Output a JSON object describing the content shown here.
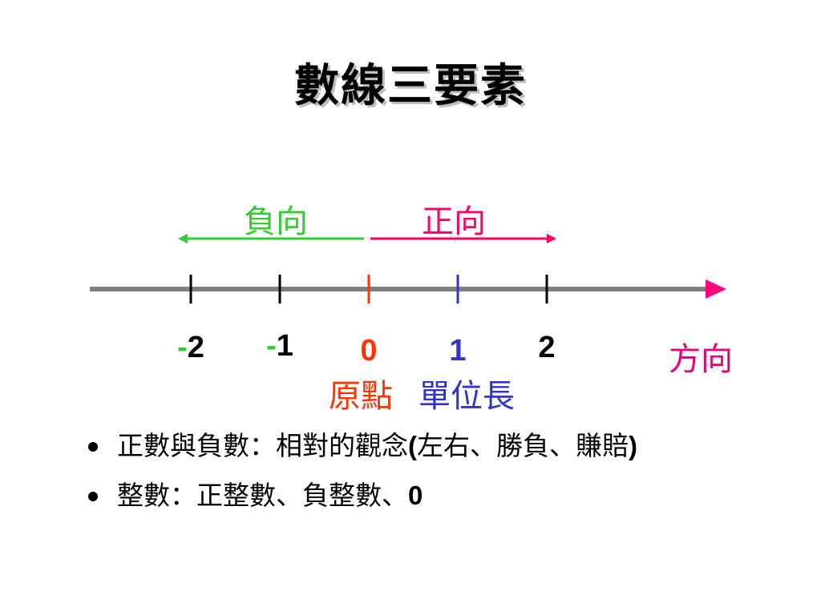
{
  "title": "數線三要素",
  "diagram": {
    "negative_direction_label": "負向",
    "positive_direction_label": "正向",
    "direction_label": "方向",
    "origin_label": "原點",
    "unit_length_label": "單位長",
    "minus_sign": "-",
    "ticks": [
      {
        "value": -2,
        "text": "2",
        "sign": "-",
        "tick_color": "#000000",
        "label_color": "#000000"
      },
      {
        "value": -1,
        "text": "1",
        "sign": "-",
        "tick_color": "#000000",
        "label_color": "#000000"
      },
      {
        "value": 0,
        "text": "0",
        "sign": "",
        "tick_color": "#ff3300",
        "label_color": "#ff3300"
      },
      {
        "value": 1,
        "text": "1",
        "sign": "",
        "tick_color": "#3333cc",
        "label_color": "#3333cc"
      },
      {
        "value": 2,
        "text": "2",
        "sign": "",
        "tick_color": "#000000",
        "label_color": "#000000"
      }
    ],
    "colors": {
      "axis": "#808080",
      "arrowhead": "#ff0080",
      "negative": "#33cc33",
      "positive": "#ff0066",
      "origin": "#ff3300",
      "unit": "#3333cc",
      "direction": "#e6007a",
      "minus_sign": "#33cc33"
    }
  },
  "bullets": {
    "item1": {
      "text": "正數與負數：相對的觀念",
      "paren_open": "(",
      "paren_content": "左右、勝負、賺賠",
      "paren_close": ")"
    },
    "item2": {
      "text": "整數：正整數、負整數、",
      "zero": "0"
    }
  }
}
